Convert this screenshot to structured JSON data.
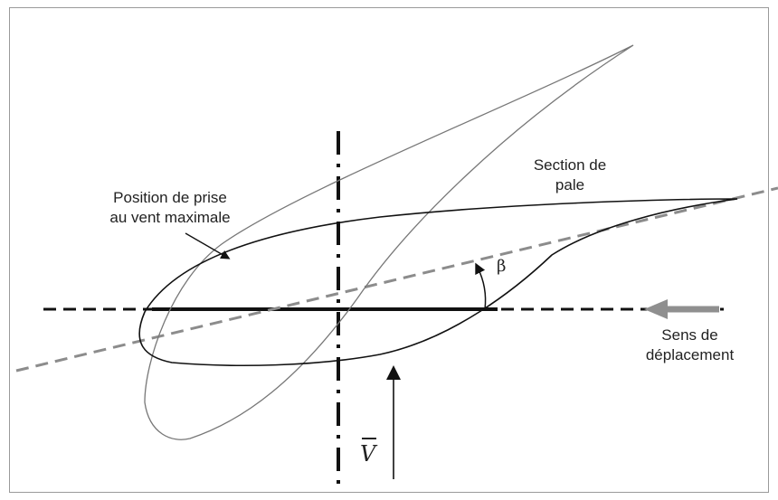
{
  "labels": {
    "blade_section": [
      "Section de",
      "pale"
    ],
    "max_position": [
      "Position de prise",
      "au vent maximale"
    ],
    "direction": [
      "Sens de",
      "déplacement"
    ],
    "angle": "β",
    "velocity": "V"
  },
  "colors": {
    "outline": "#111111",
    "chord_dashed": "#8c8c8c",
    "move_arrow": "#8f8f8f",
    "frame": "#9a9a9a"
  }
}
